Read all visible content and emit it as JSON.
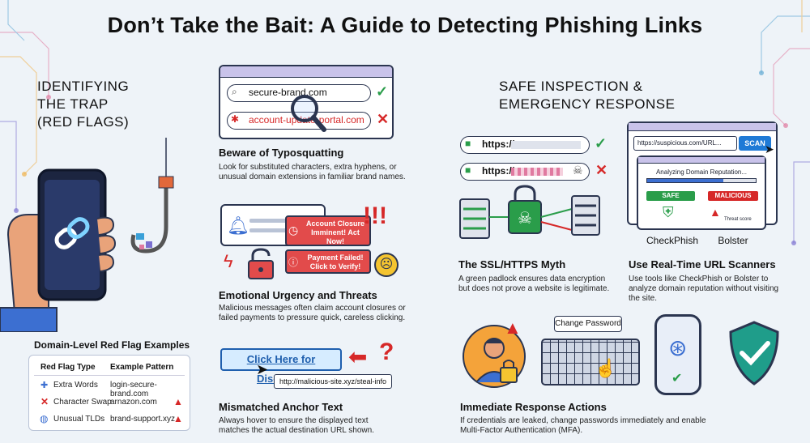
{
  "title": "Don’t Take the Bait: A Guide to Detecting Phishing Links",
  "left_section": {
    "heading_lines": [
      "IDENTIFYING",
      "THE TRAP",
      "(RED FLAGS)"
    ],
    "table_title": "Domain-Level Red Flag Examples",
    "table_headers": [
      "Red Flag Type",
      "Example Pattern"
    ],
    "table_rows": [
      {
        "type": "Extra Words",
        "pattern": "login-secure-brand.com",
        "icon": "puzzle-icon",
        "warn": false
      },
      {
        "type": "Character Swap",
        "pattern": "arnazon.com",
        "icon": "cross-icon",
        "warn": true
      },
      {
        "type": "Unusual TLDs",
        "pattern": "brand-support.xyz",
        "icon": "globe-icon",
        "warn": true
      }
    ]
  },
  "typosquat": {
    "url_good": "secure-brand.com",
    "url_bad": "account-update-portal.com",
    "heading": "Beware of Typosquatting",
    "body": "Look for substituted characters, extra hyphens, or unusual domain extensions in familiar brand names."
  },
  "urgency": {
    "alert1": "Account Closure Imminent! Act Now!",
    "alert2": "Payment Failed! Click to Verify!",
    "heading": "Emotional Urgency and Threats",
    "body": "Malicious messages often claim account closures or failed payments to pressure quick, careless clicking."
  },
  "anchor": {
    "link_text": "Click Here for Discount!",
    "tooltip_url": "http://malicious-site.xyz/steal-info",
    "heading": "Mismatched Anchor Text",
    "body": "Always hover to ensure the displayed text matches the actual destination URL shown."
  },
  "right_section": {
    "heading_lines": [
      "SAFE INSPECTION &",
      "EMERGENCY RESPONSE"
    ]
  },
  "ssl": {
    "url1": "https://",
    "url2": "https://",
    "heading": "The SSL/HTTPS Myth",
    "body": "A green padlock ensures data encryption but does not prove a website is legitimate."
  },
  "scanner": {
    "url": "https://suspicious.com/URL...",
    "scan_button": "SCAN",
    "status": "Analyzing Domain Reputation...",
    "safe_label": "SAFE",
    "malicious_label": "MALICIOUS",
    "threat_label": "Threat score",
    "brand1": "CheckPhish",
    "brand2": "Bolster",
    "heading": "Use Real-Time URL Scanners",
    "body": "Use tools like CheckPhish or Bolster to analyze domain reputation without visiting the site."
  },
  "response": {
    "change_password": "Change Password",
    "heading": "Immediate Response Actions",
    "body": "If credentials are leaked, change passwords immediately and enable Multi-Factor Authentication (MFA)."
  },
  "colors": {
    "accent_red": "#d62828",
    "accent_green": "#2a9d4a",
    "navy": "#2b3550",
    "lavender": "#c9c3ea"
  }
}
